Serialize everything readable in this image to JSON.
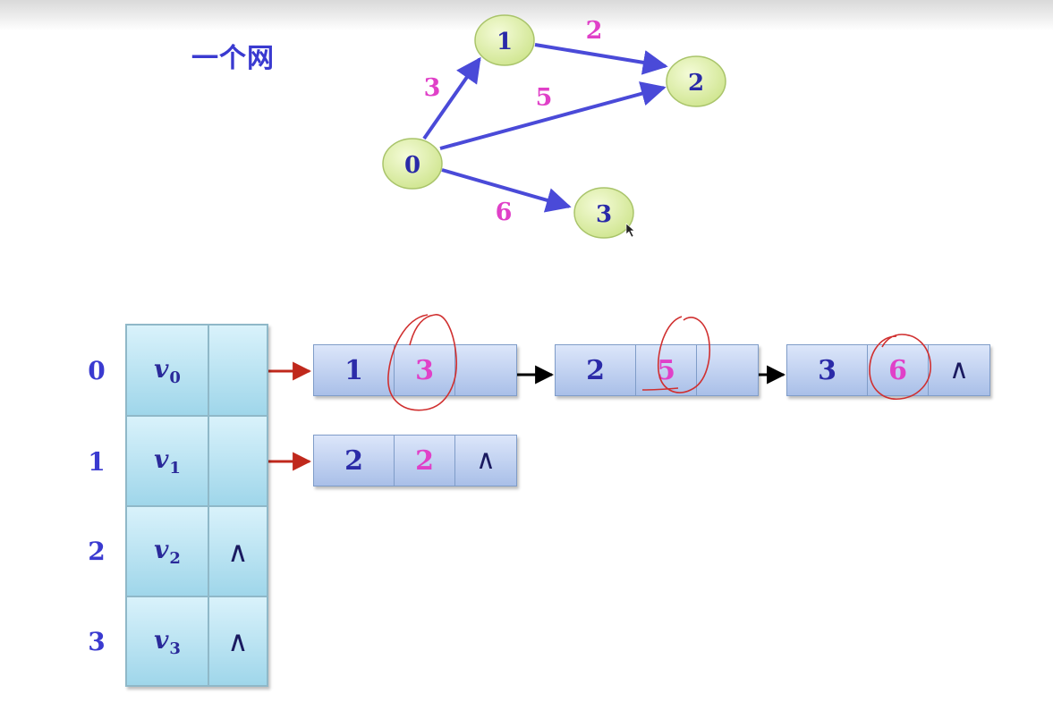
{
  "title": "一个网",
  "graph": {
    "nodes": [
      {
        "id": "0",
        "label": "0"
      },
      {
        "id": "1",
        "label": "1"
      },
      {
        "id": "2",
        "label": "2"
      },
      {
        "id": "3",
        "label": "3"
      }
    ],
    "edges": [
      {
        "from": "0",
        "to": "1",
        "weight": "3"
      },
      {
        "from": "1",
        "to": "2",
        "weight": "2"
      },
      {
        "from": "0",
        "to": "2",
        "weight": "5"
      },
      {
        "from": "0",
        "to": "3",
        "weight": "6"
      }
    ]
  },
  "adjacency_list": {
    "rows": [
      {
        "index": "0",
        "vertex": "v",
        "vertex_sub": "0",
        "head": ""
      },
      {
        "index": "1",
        "vertex": "v",
        "vertex_sub": "1",
        "head": ""
      },
      {
        "index": "2",
        "vertex": "v",
        "vertex_sub": "2",
        "head": "∧"
      },
      {
        "index": "3",
        "vertex": "v",
        "vertex_sub": "3",
        "head": "∧"
      }
    ],
    "chains": [
      {
        "row": "0",
        "nodes": [
          {
            "adjvex": "1",
            "weight": "3",
            "next": ""
          },
          {
            "adjvex": "2",
            "weight": "5",
            "next": ""
          },
          {
            "adjvex": "3",
            "weight": "6",
            "next": "∧"
          }
        ]
      },
      {
        "row": "1",
        "nodes": [
          {
            "adjvex": "2",
            "weight": "2",
            "next": "∧"
          }
        ]
      }
    ]
  },
  "colors": {
    "node_fill": "#e2f2b0",
    "node_text": "#2a2aa8",
    "edge": "#4a4ad8",
    "weight_text": "#e040c8",
    "head_pointer": "#c0281c",
    "chain_pointer": "#000000",
    "annotation_circle": "#d03030"
  }
}
